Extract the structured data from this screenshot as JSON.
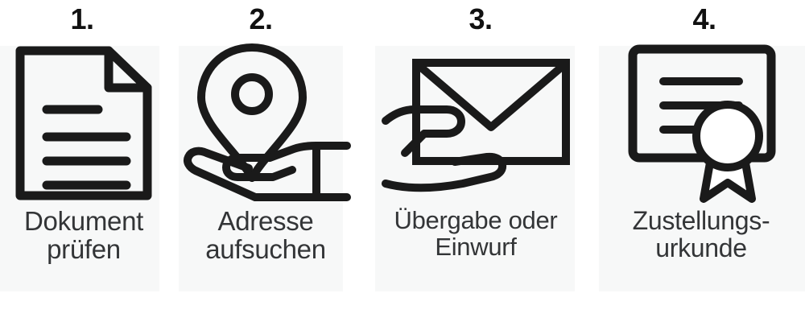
{
  "graphic": {
    "title_present": false,
    "background_color": "#ffffff",
    "panel_color": "#f7f8f8",
    "number_color": "#111111",
    "icon_color": "#1a1a1a",
    "caption_color": "#333537"
  },
  "steps": [
    {
      "number": "1.",
      "icon": "document-icon",
      "caption_line1": "Dokument",
      "caption_line2": "prüfen"
    },
    {
      "number": "2.",
      "icon": "map-pin-on-hand-icon",
      "caption_line1": "Adresse",
      "caption_line2": "aufsuchen"
    },
    {
      "number": "3.",
      "icon": "envelope-in-hand-icon",
      "caption_line1": "Übergabe oder",
      "caption_line2": "Einwurf"
    },
    {
      "number": "4.",
      "icon": "certificate-icon",
      "caption_line1": "Zustellungs-",
      "caption_line2": "urkunde"
    }
  ]
}
